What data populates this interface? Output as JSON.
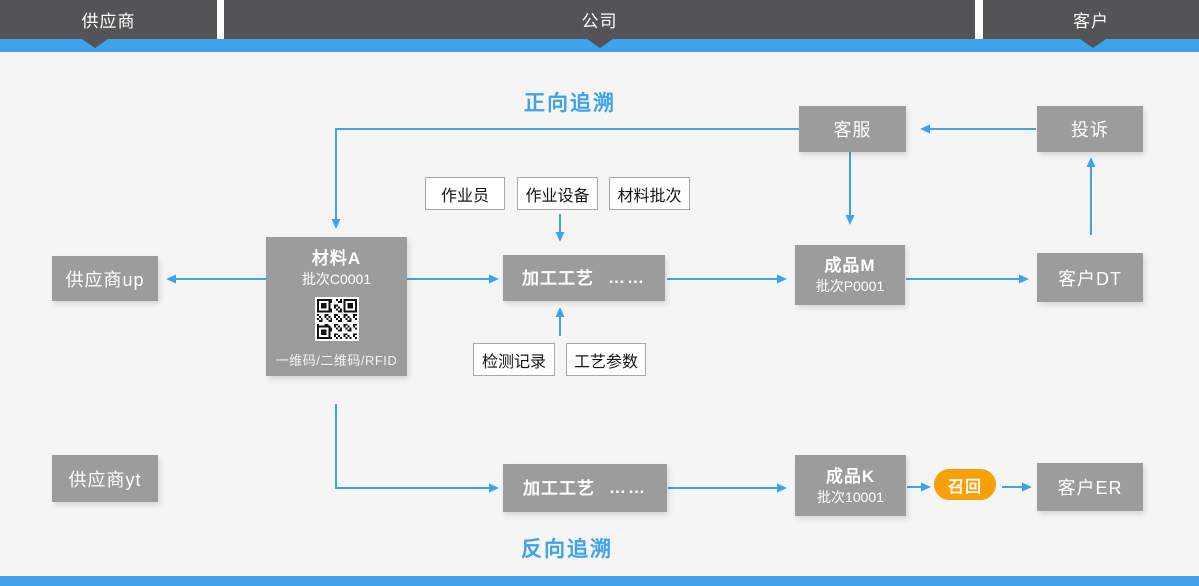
{
  "topbar": {
    "segments": [
      {
        "label": "供应商"
      },
      {
        "label": "公司"
      },
      {
        "label": "客户"
      }
    ]
  },
  "titles": {
    "forward": "正向追溯",
    "backward": "反向追溯"
  },
  "tags": {
    "operator": "作业员",
    "equipment": "作业设备",
    "material_batch": "材料批次",
    "inspection_record": "检测记录",
    "process_param": "工艺参数"
  },
  "nodes": {
    "supplier_up": {
      "label": "供应商up"
    },
    "supplier_yt": {
      "label": "供应商yt"
    },
    "material_a": {
      "title": "材料A",
      "batch": "批次C0001",
      "code_caption": "一维码/二维码/RFID"
    },
    "process_1": {
      "label": "加工工艺",
      "ellipsis": "……"
    },
    "process_2": {
      "label": "加工工艺",
      "ellipsis": "……"
    },
    "product_m": {
      "title": "成品M",
      "batch": "批次P0001"
    },
    "product_k": {
      "title": "成品K",
      "batch": "批次10001"
    },
    "service": {
      "label": "客服"
    },
    "complaint": {
      "label": "投诉"
    },
    "customer_dt": {
      "label": "客户DT"
    },
    "customer_er": {
      "label": "客户ER"
    },
    "recall": {
      "label": "召回"
    }
  },
  "icons": {
    "qr_code": "qr-code-icon"
  },
  "colors": {
    "bar_dark": "#545456",
    "accent_blue": "#3FA3E9",
    "node_gray": "#9C9C9C",
    "recall_orange": "#F8A008",
    "background": "#F5F5F6"
  }
}
